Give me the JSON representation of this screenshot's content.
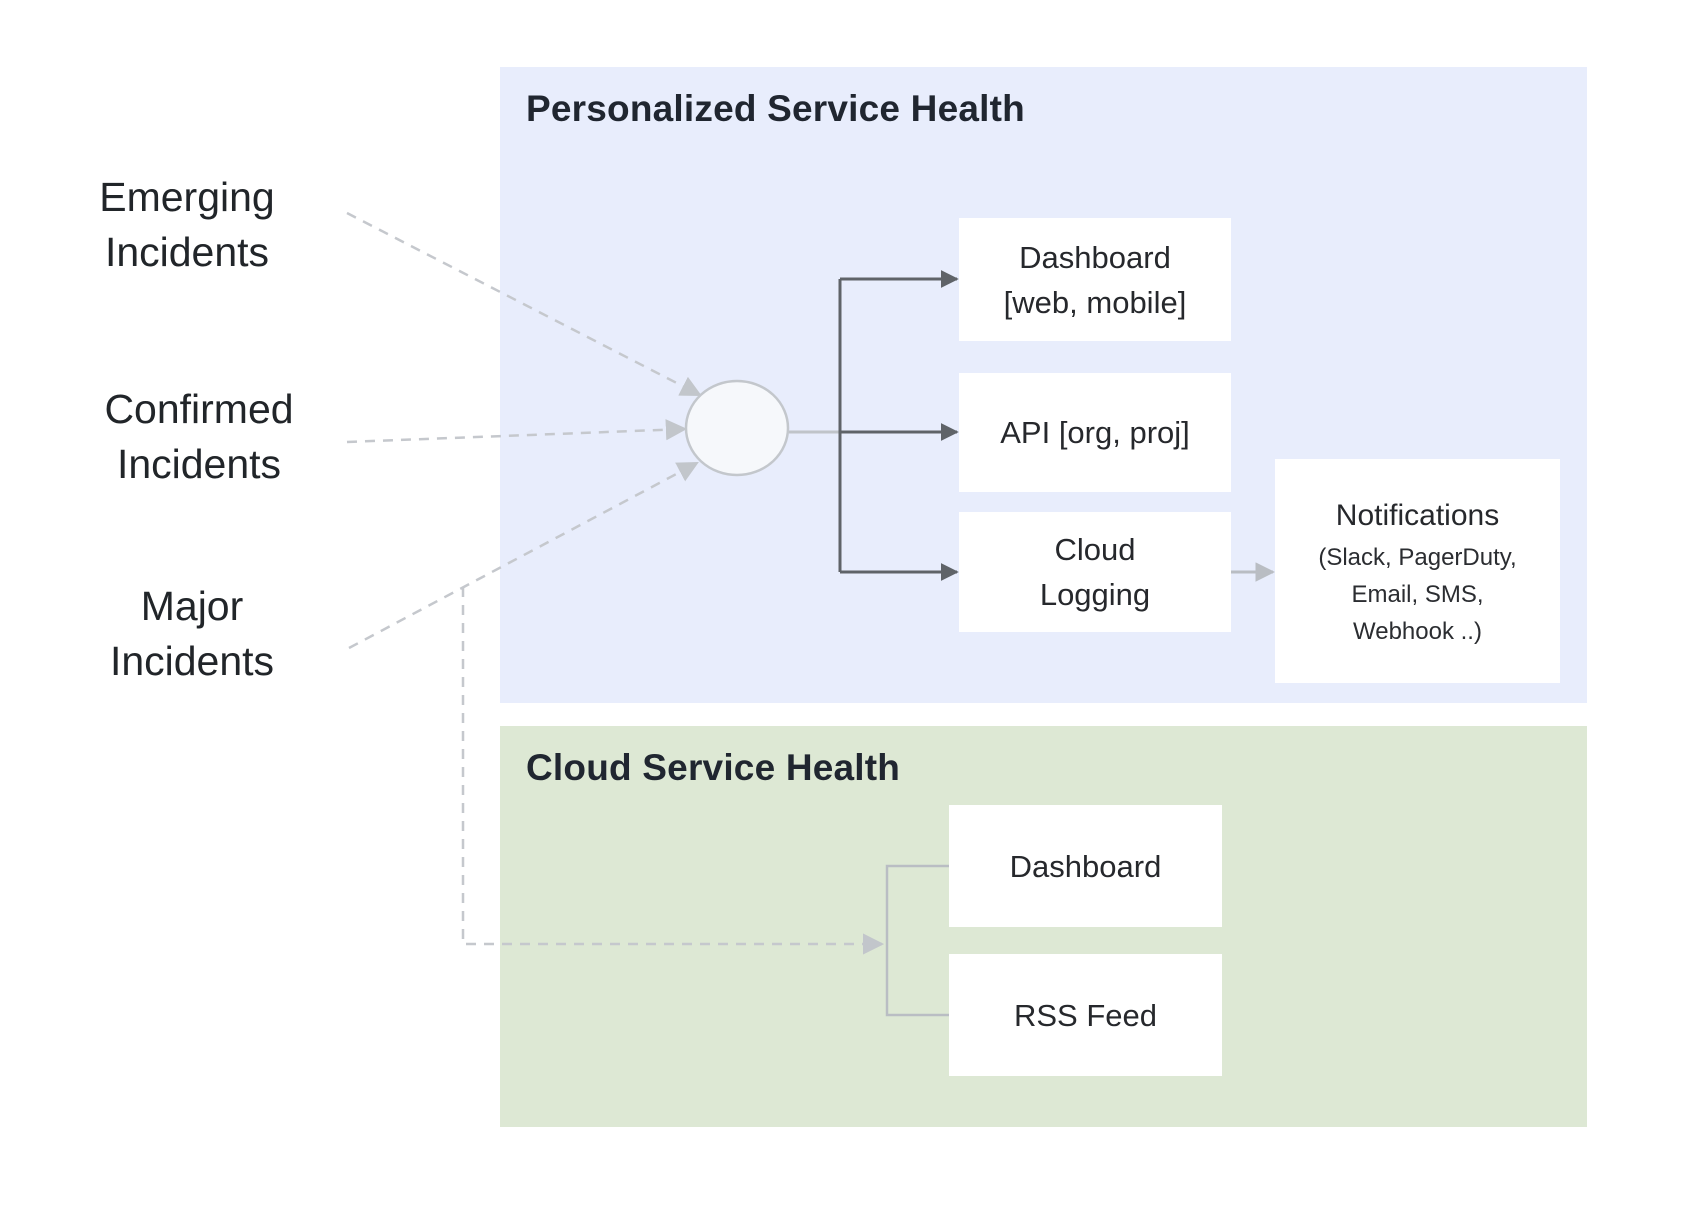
{
  "colors": {
    "personalized_section_bg": "#e8edfc",
    "cloud_section_bg": "#dde8d4",
    "box_bg": "#ffffff",
    "text": "#202124",
    "dark_arrow": "#5f6368",
    "light_arrow": "#c2c6cb"
  },
  "sources": [
    {
      "line1": "Emerging",
      "line2": "Incidents"
    },
    {
      "line1": "Confirmed",
      "line2": "Incidents"
    },
    {
      "line1": "Major",
      "line2": "Incidents"
    }
  ],
  "personalized": {
    "title": "Personalized Service Health",
    "dashboard": {
      "line1": "Dashboard",
      "line2": "[web, mobile]"
    },
    "api": {
      "label": "API [org, proj]"
    },
    "cloud_logging": {
      "line1": "Cloud",
      "line2": "Logging"
    },
    "notifications": {
      "title": "Notifications",
      "lines": [
        "(Slack, PagerDuty,",
        "Email, SMS,",
        "Webhook ..)"
      ]
    }
  },
  "cloud": {
    "title": "Cloud Service Health",
    "dashboard": {
      "label": "Dashboard"
    },
    "rss": {
      "label": "RSS Feed"
    }
  }
}
